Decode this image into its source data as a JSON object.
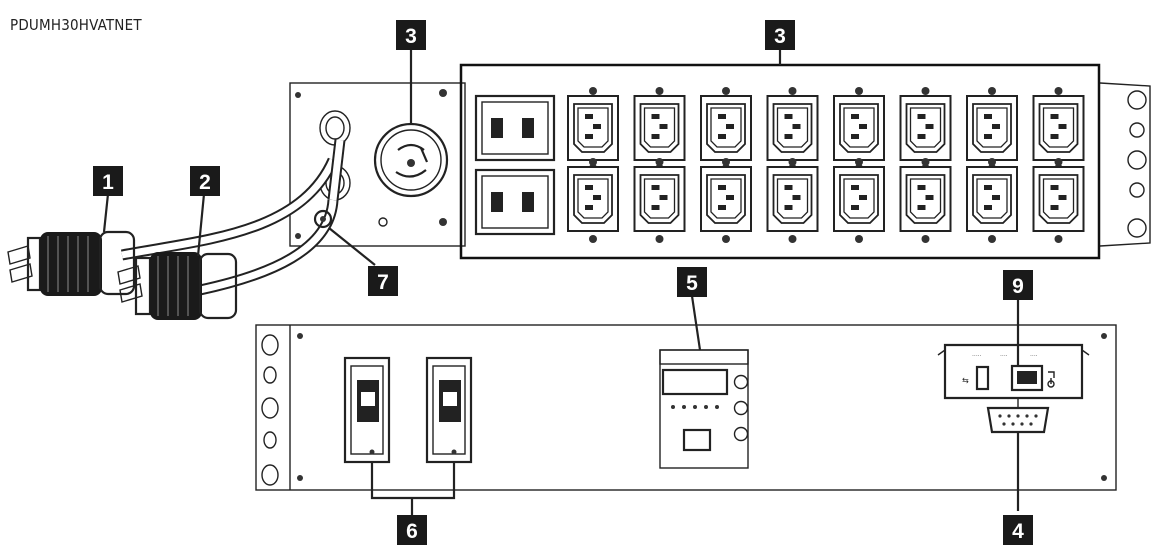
{
  "model_label": "PDUMH30HVATNET",
  "callouts": [
    "1",
    "2",
    "3",
    "3",
    "4",
    "5",
    "6",
    "7",
    "9"
  ]
}
